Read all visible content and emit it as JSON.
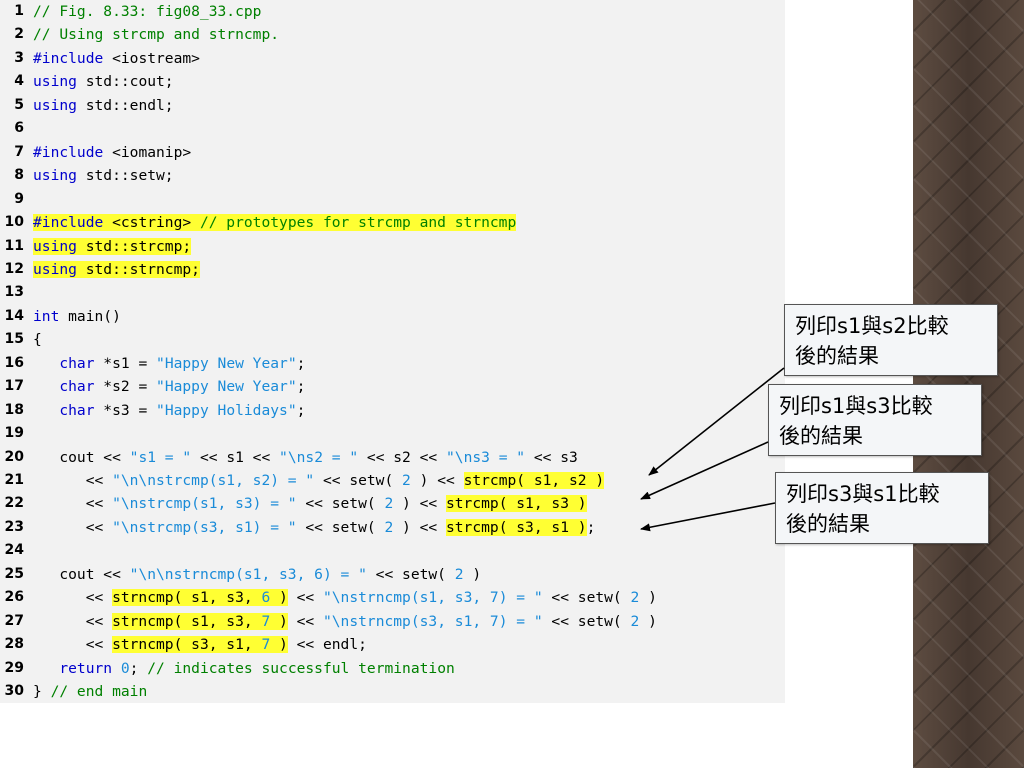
{
  "lines": [
    {
      "num": "1",
      "segs": [
        {
          "t": "// Fig. 8.33: fig08_33.cpp",
          "c": "cm"
        }
      ]
    },
    {
      "num": "2",
      "segs": [
        {
          "t": "// Using strcmp and strncmp.",
          "c": "cm"
        }
      ]
    },
    {
      "num": "3",
      "segs": [
        {
          "t": "#include",
          "c": "kw"
        },
        {
          "t": " <iostream>",
          "c": ""
        }
      ]
    },
    {
      "num": "4",
      "segs": [
        {
          "t": "using",
          "c": "kw"
        },
        {
          "t": " std::cout;",
          "c": ""
        }
      ]
    },
    {
      "num": "5",
      "segs": [
        {
          "t": "using",
          "c": "kw"
        },
        {
          "t": " std::endl;",
          "c": ""
        }
      ]
    },
    {
      "num": "6",
      "segs": []
    },
    {
      "num": "7",
      "segs": [
        {
          "t": "#include",
          "c": "kw"
        },
        {
          "t": " <iomanip>",
          "c": ""
        }
      ]
    },
    {
      "num": "8",
      "segs": [
        {
          "t": "using",
          "c": "kw"
        },
        {
          "t": " std::setw;",
          "c": ""
        }
      ]
    },
    {
      "num": "9",
      "segs": []
    },
    {
      "num": "10",
      "segs": [
        {
          "t": "#include",
          "c": "kw hl"
        },
        {
          "t": " <cstring> ",
          "c": "hl"
        },
        {
          "t": "// prototypes for strcmp and strncmp",
          "c": "cm hl"
        }
      ]
    },
    {
      "num": "11",
      "segs": [
        {
          "t": "using",
          "c": "kw hl"
        },
        {
          "t": " std::strcmp;",
          "c": "hl"
        }
      ]
    },
    {
      "num": "12",
      "segs": [
        {
          "t": "using",
          "c": "kw hl"
        },
        {
          "t": " std::strncmp;",
          "c": "hl"
        }
      ]
    },
    {
      "num": "13",
      "segs": []
    },
    {
      "num": "14",
      "segs": [
        {
          "t": "int",
          "c": "kw"
        },
        {
          "t": " main()",
          "c": ""
        }
      ]
    },
    {
      "num": "15",
      "segs": [
        {
          "t": "{",
          "c": ""
        }
      ]
    },
    {
      "num": "16",
      "segs": [
        {
          "t": "   ",
          "c": ""
        },
        {
          "t": "char",
          "c": "kw"
        },
        {
          "t": " *s1 = ",
          "c": ""
        },
        {
          "t": "\"Happy New Year\"",
          "c": "st"
        },
        {
          "t": ";",
          "c": ""
        }
      ]
    },
    {
      "num": "17",
      "segs": [
        {
          "t": "   ",
          "c": ""
        },
        {
          "t": "char",
          "c": "kw"
        },
        {
          "t": " *s2 = ",
          "c": ""
        },
        {
          "t": "\"Happy New Year\"",
          "c": "st"
        },
        {
          "t": ";",
          "c": ""
        }
      ]
    },
    {
      "num": "18",
      "segs": [
        {
          "t": "   ",
          "c": ""
        },
        {
          "t": "char",
          "c": "kw"
        },
        {
          "t": " *s3 = ",
          "c": ""
        },
        {
          "t": "\"Happy Holidays\"",
          "c": "st"
        },
        {
          "t": ";",
          "c": ""
        }
      ]
    },
    {
      "num": "19",
      "segs": []
    },
    {
      "num": "20",
      "segs": [
        {
          "t": "   cout << ",
          "c": ""
        },
        {
          "t": "\"s1 = \"",
          "c": "st"
        },
        {
          "t": " << s1 << ",
          "c": ""
        },
        {
          "t": "\"\\ns2 = \"",
          "c": "st"
        },
        {
          "t": " << s2 << ",
          "c": ""
        },
        {
          "t": "\"\\ns3 = \"",
          "c": "st"
        },
        {
          "t": " << s3",
          "c": ""
        }
      ]
    },
    {
      "num": "21",
      "segs": [
        {
          "t": "      << ",
          "c": ""
        },
        {
          "t": "\"\\n\\nstrcmp(s1, s2) = \"",
          "c": "st"
        },
        {
          "t": " << setw( ",
          "c": ""
        },
        {
          "t": "2",
          "c": "nm"
        },
        {
          "t": " ) << ",
          "c": ""
        },
        {
          "t": "strcmp( s1, s2 )",
          "c": "hl"
        }
      ]
    },
    {
      "num": "22",
      "segs": [
        {
          "t": "      << ",
          "c": ""
        },
        {
          "t": "\"\\nstrcmp(s1, s3) = \"",
          "c": "st"
        },
        {
          "t": " << setw( ",
          "c": ""
        },
        {
          "t": "2",
          "c": "nm"
        },
        {
          "t": " ) << ",
          "c": ""
        },
        {
          "t": "strcmp( s1, s3 )",
          "c": "hl"
        }
      ]
    },
    {
      "num": "23",
      "segs": [
        {
          "t": "      << ",
          "c": ""
        },
        {
          "t": "\"\\nstrcmp(s3, s1) = \"",
          "c": "st"
        },
        {
          "t": " << setw( ",
          "c": ""
        },
        {
          "t": "2",
          "c": "nm"
        },
        {
          "t": " ) << ",
          "c": ""
        },
        {
          "t": "strcmp( s3, s1 )",
          "c": "hl"
        },
        {
          "t": ";",
          "c": ""
        }
      ]
    },
    {
      "num": "24",
      "segs": []
    },
    {
      "num": "25",
      "segs": [
        {
          "t": "   cout << ",
          "c": ""
        },
        {
          "t": "\"\\n\\nstrncmp(s1, s3, 6) = \"",
          "c": "st"
        },
        {
          "t": " << setw( ",
          "c": ""
        },
        {
          "t": "2",
          "c": "nm"
        },
        {
          "t": " )",
          "c": ""
        }
      ]
    },
    {
      "num": "26",
      "segs": [
        {
          "t": "      << ",
          "c": ""
        },
        {
          "t": "strncmp( s1, s3, ",
          "c": "hl"
        },
        {
          "t": "6",
          "c": "nm hl"
        },
        {
          "t": " )",
          "c": "hl"
        },
        {
          "t": " << ",
          "c": ""
        },
        {
          "t": "\"\\nstrncmp(s1, s3, 7) = \"",
          "c": "st"
        },
        {
          "t": " << setw( ",
          "c": ""
        },
        {
          "t": "2",
          "c": "nm"
        },
        {
          "t": " )",
          "c": ""
        }
      ]
    },
    {
      "num": "27",
      "segs": [
        {
          "t": "      << ",
          "c": ""
        },
        {
          "t": "strncmp( s1, s3, ",
          "c": "hl"
        },
        {
          "t": "7",
          "c": "nm hl"
        },
        {
          "t": " )",
          "c": "hl"
        },
        {
          "t": " << ",
          "c": ""
        },
        {
          "t": "\"\\nstrncmp(s3, s1, 7) = \"",
          "c": "st"
        },
        {
          "t": " << setw( ",
          "c": ""
        },
        {
          "t": "2",
          "c": "nm"
        },
        {
          "t": " )",
          "c": ""
        }
      ]
    },
    {
      "num": "28",
      "segs": [
        {
          "t": "      << ",
          "c": ""
        },
        {
          "t": "strncmp( s3, s1, ",
          "c": "hl"
        },
        {
          "t": "7",
          "c": "nm hl"
        },
        {
          "t": " )",
          "c": "hl"
        },
        {
          "t": " << endl;",
          "c": ""
        }
      ]
    },
    {
      "num": "29",
      "segs": [
        {
          "t": "   ",
          "c": ""
        },
        {
          "t": "return",
          "c": "kw"
        },
        {
          "t": " ",
          "c": ""
        },
        {
          "t": "0",
          "c": "nm"
        },
        {
          "t": "; ",
          "c": ""
        },
        {
          "t": "// indicates successful termination",
          "c": "cm"
        }
      ]
    },
    {
      "num": "30",
      "segs": [
        {
          "t": "} ",
          "c": ""
        },
        {
          "t": "// end main",
          "c": "cm"
        }
      ]
    }
  ],
  "callouts": [
    {
      "line1": "列印s1與s2比較",
      "line2": "後的結果"
    },
    {
      "line1": "列印s1與s3比較",
      "line2": "後的結果"
    },
    {
      "line1": "列印s3與s1比較",
      "line2": "後的結果"
    }
  ],
  "colors": {
    "keyword": "#0000cc",
    "comment": "#008000",
    "string": "#1a8bd8",
    "highlight": "#ffff33",
    "panel": "#f2f2f2"
  }
}
